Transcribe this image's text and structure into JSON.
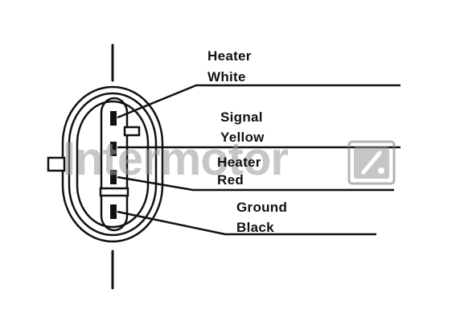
{
  "watermark": {
    "brand": "Intermotor",
    "color": "#8c8c8c"
  },
  "pins": [
    {
      "name": "Heater",
      "color": "White"
    },
    {
      "name": "Signal",
      "color": "Yellow"
    },
    {
      "name": "Heater",
      "color": "Red"
    },
    {
      "name": "Ground",
      "color": "Black"
    }
  ],
  "colors": {
    "line": "#111111",
    "background": "#ffffff"
  },
  "icons": {
    "brand_logo": "intermotor-logo-icon"
  }
}
